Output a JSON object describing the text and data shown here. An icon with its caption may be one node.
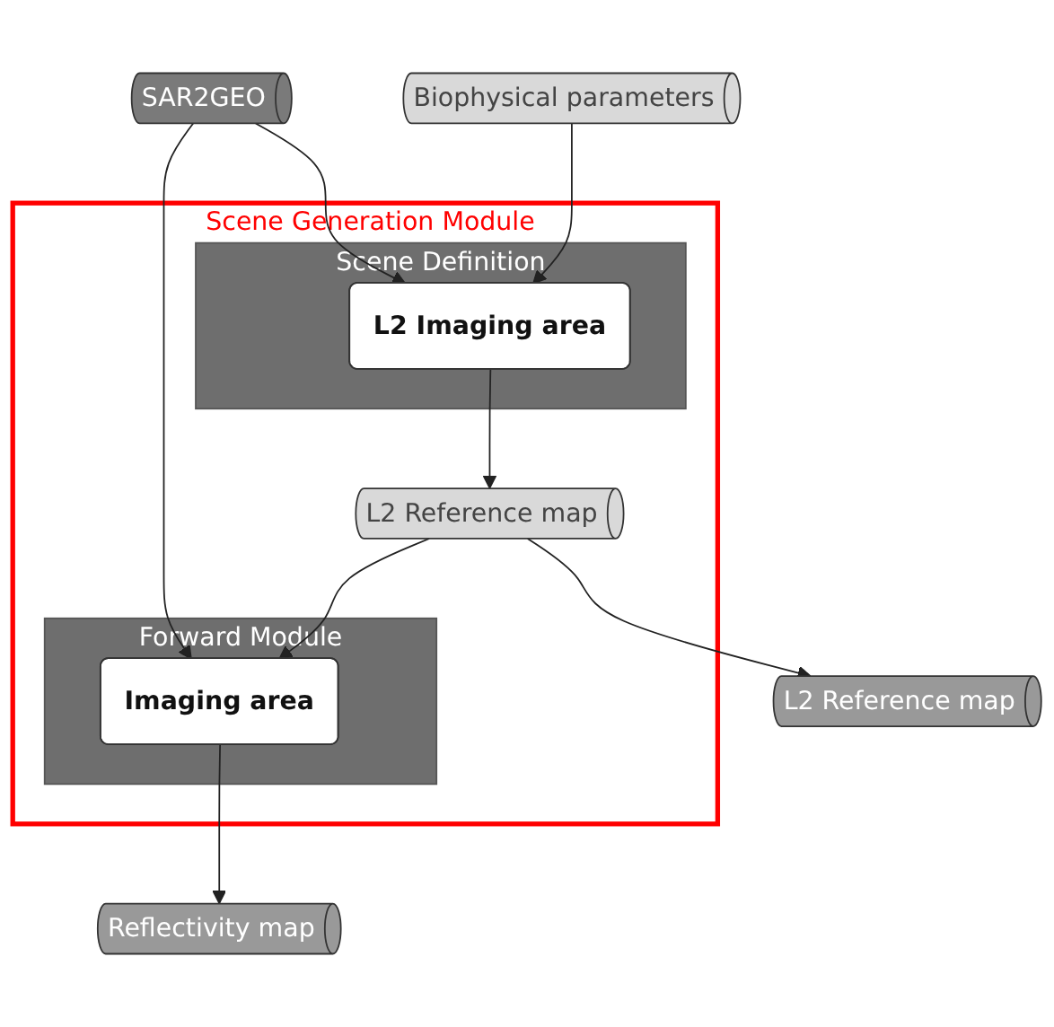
{
  "diagram": {
    "nodes": [
      {
        "text": [
          "SAR2GEO"
        ]
      },
      {
        "text": [
          "Biophysical parameters"
        ]
      },
      {
        "text": [
          "Scene Generation Module"
        ]
      },
      {
        "text": [
          "Scene Definition"
        ],
        "in": 2
      },
      {
        "text": [
          "L2 Imaging area"
        ],
        "in": 3
      },
      {
        "text": [
          "L2 Reference map"
        ],
        "in": 2
      },
      {
        "text": [
          "Forward Module"
        ],
        "in": 2
      },
      {
        "text": [
          "Imaging area"
        ],
        "in": 6
      },
      {
        "text": [
          "L2 Reference map"
        ]
      },
      {
        "text": [
          "Reflectivity map"
        ]
      }
    ],
    "edges": [
      {
        "from": 1,
        "to": 4,
        "arrow": "to"
      },
      {
        "from": 0,
        "to": 4,
        "arrow": "to"
      },
      {
        "from": 4,
        "to": 5,
        "arrow": "to"
      },
      {
        "from": 5,
        "to": 7,
        "arrow": "to"
      },
      {
        "from": 0,
        "to": 7,
        "arrow": "to"
      },
      {
        "from": 5,
        "to": 8,
        "arrow": "to"
      },
      {
        "from": 7,
        "to": 9,
        "arrow": "to"
      }
    ]
  }
}
